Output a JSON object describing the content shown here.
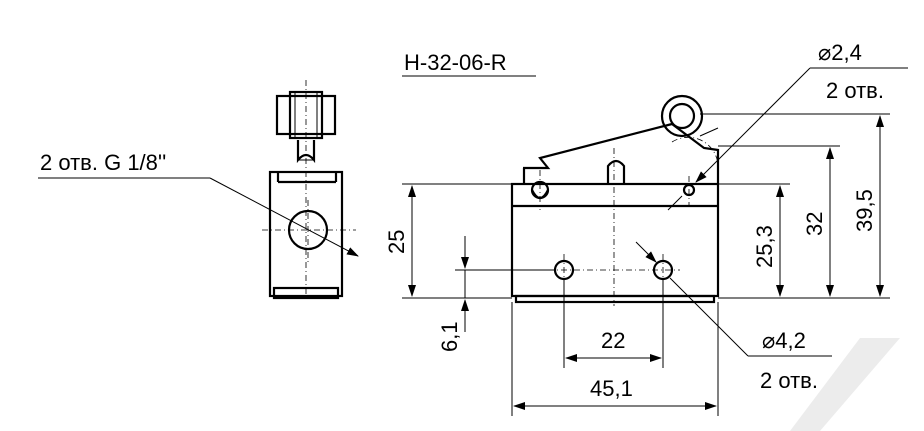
{
  "title": "H-32-06-R",
  "labels": {
    "port": "2 отв. G 1/8''",
    "hole_small_d": "⌀2,4",
    "hole_small_n": "2 отв.",
    "hole_large_d": "⌀4,2",
    "hole_large_n": "2 отв."
  },
  "dims": {
    "h25": "25",
    "h6_1": "6,1",
    "w22": "22",
    "w45_1": "45,1",
    "h25_3": "25,3",
    "h32": "32",
    "h39_5": "39,5"
  },
  "colors": {
    "line": "#000000",
    "background": "#ffffff",
    "watermark": "#e8e8e8"
  }
}
